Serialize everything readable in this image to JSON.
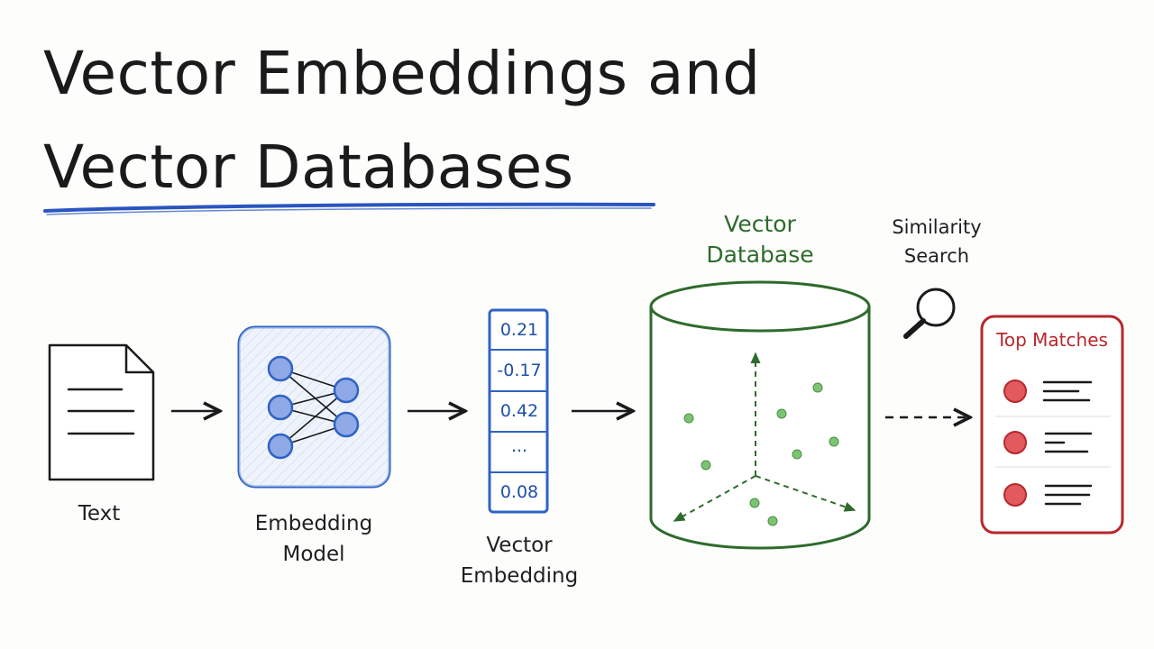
{
  "title": {
    "line1": "Vector Embeddings and",
    "line2": "Vector Databases"
  },
  "labels": {
    "text": "Text",
    "model_line1": "Embedding",
    "model_line2": "Model",
    "embedding_line1": "Vector",
    "embedding_line2": "Embedding",
    "database_line1": "Vector",
    "database_line2": "Database",
    "search_line1": "Similarity",
    "search_line2": "Search",
    "top_matches": "Top Matches"
  },
  "vector_values": [
    "0.21",
    "-0.17",
    "0.42",
    "...",
    "0.08"
  ],
  "icons": [
    "document-icon",
    "neural-network-icon",
    "database-cylinder-icon",
    "magnifier-icon"
  ],
  "colors": {
    "ink": "#1a1a1a",
    "title_underline": "#2a55c0",
    "model_blue": "#2f63c4",
    "model_fill": "#e3ebf9",
    "database_green": "#2e6b2c",
    "point_green": "#7cc474",
    "matches_red": "#b8272c",
    "match_dot": "#e05a5e"
  }
}
